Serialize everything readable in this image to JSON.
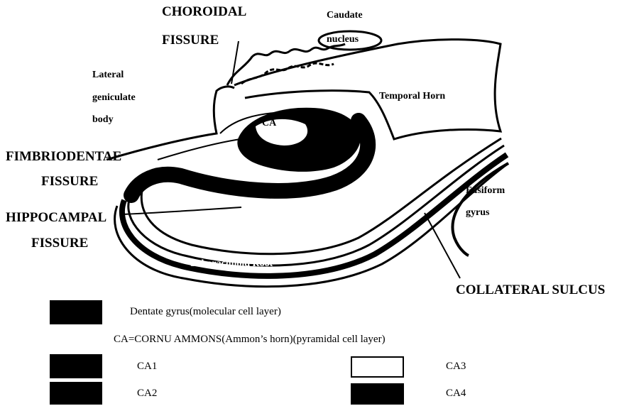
{
  "labels": {
    "choroidal_1": "CHOROIDAL",
    "choroidal_2": "FISSURE",
    "caudate_1": "Caudate",
    "caudate_2": "nucleus",
    "lateral_1": "Lateral",
    "lateral_2": "geniculate",
    "lateral_3": "body",
    "temporal_horn": "Temporal Horn",
    "fimbriodentae_1": "FIMBRIODENTAE",
    "fimbriodentae_2": "FISSURE",
    "hippocampal_1": "HIPPOCAMPAL",
    "hippocampal_2": "FISSURE",
    "fusiform_1": "Fusiform",
    "fusiform_2": "gyrus",
    "collateral_sulcus": "COLLATERAL SULCUS",
    "subarachnoid": "Subarachnoid Root",
    "ca_inner": "CA"
  },
  "legend": {
    "dentate": "Dentate gyrus(molecular cell layer)",
    "ca_definition": "CA=CORNU AMMONS(Ammon’s horn)(pyramidal cell layer)",
    "ca1": "CA1",
    "ca2": "CA2",
    "ca3": "CA3",
    "ca4": "CA4"
  },
  "colors": {
    "ink": "#000000",
    "paper": "#ffffff"
  }
}
